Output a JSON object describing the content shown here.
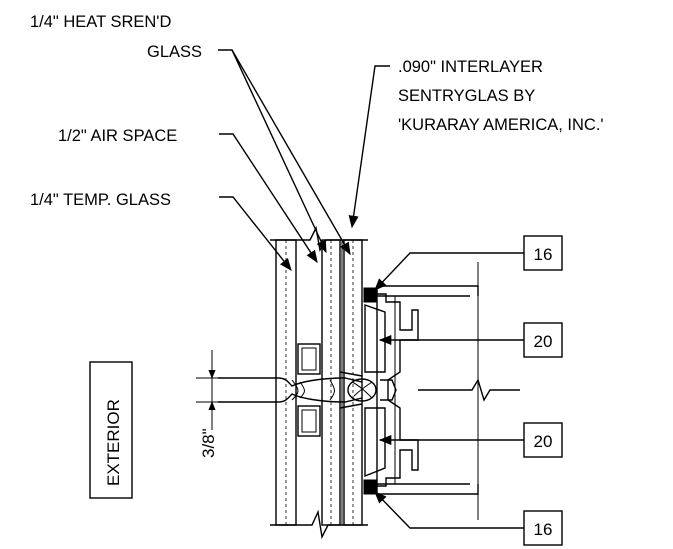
{
  "labels": {
    "heat_strengthened_line1": "1/4\" HEAT SREN'D",
    "heat_strengthened_line2": "GLASS",
    "interlayer_line1": ".090\" INTERLAYER",
    "interlayer_line2": "SENTRYGLAS BY",
    "interlayer_line3": "'KURARAY AMERICA, INC.'",
    "air_space": "1/2\" AIR SPACE",
    "tempered_glass": "1/4\" TEMP. GLASS",
    "exterior": "EXTERIOR",
    "dimension": "3/8\""
  },
  "tags": {
    "top_gasket": "16",
    "top_setting": "20",
    "bottom_setting": "20",
    "bottom_gasket": "16"
  }
}
